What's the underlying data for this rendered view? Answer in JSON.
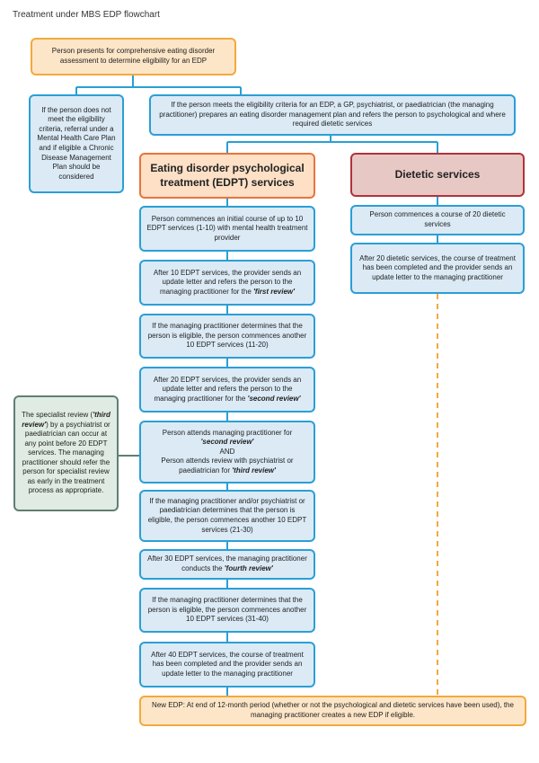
{
  "title": "Treatment under MBS EDP flowchart",
  "nodes": {
    "presents": "Person presents for comprehensive eating disorder assessment to determine eligibility for an EDP",
    "not_eligible": "If the person does not meet the eligibility criteria, referral under a Mental Health Care Plan and if eligible a Chronic Disease Management Plan should be considered",
    "eligible": "If the person meets the eligibility criteria for an EDP, a GP, psychiatrist, or paediatrician (the managing practitioner) prepares an eating disorder management plan and refers the person to psychological and where required dietetic services",
    "edpt_header": "Eating disorder psychological treatment (EDPT) services",
    "dietetic_header": "Dietetic services",
    "p1": "Person commences an initial course of up to 10 EDPT services (1-10) with mental health treatment provider",
    "p2": {
      "text": "After 10 EDPT services, the provider sends an update letter and refers the person to the managing practitioner for the ",
      "em": "'first review'"
    },
    "p3": "If the managing practitioner determines that the person is eligible, the person commences another 10 EDPT services (11-20)",
    "p4": {
      "text": "After 20 EDPT services, the provider sends an update letter and refers the person to the managing practitioner for the ",
      "em": "'second review'"
    },
    "p5": {
      "line1": "Person attends managing practitioner for",
      "em1": "'second review'",
      "and": "AND",
      "line2": "Person attends review with psychiatrist or paediatrician for ",
      "em2": "'third review'"
    },
    "p6": "If the managing practitioner and/or psychiatrist or paediatrician determines that the person is eligible, the person commences another 10 EDPT services (21-30)",
    "p7": {
      "text": "After 30 EDPT services, the managing practitioner conducts the ",
      "em": "'fourth review'"
    },
    "p8": "If the managing practitioner determines that the person is eligible, the person commences another 10 EDPT services (31-40)",
    "p9": "After 40 EDPT services, the course of treatment has been completed and the provider sends an update letter to the managing practitioner",
    "d1": "Person commences a course of 20 dietetic services",
    "d2": "After 20 dietetic services, the course of treatment has been completed and the provider sends an update letter to the managing practitioner",
    "side": {
      "pre": "The specialist review (",
      "em": "'third review'",
      "post": ") by a psychiatrist or paediatrician can occur at any point before 20 EDPT services. The managing practitioner should refer the person for specialist review as early in the treatment process as appropriate."
    },
    "new_edp": "New EDP: At end of 12-month period (whether or not the psychological and dietetic services have been used), the managing practitioner creates a new EDP if eligible."
  },
  "colors": {
    "blue_border": "#2a9fd6",
    "blue_fill": "#dbeaf5",
    "orange_border": "#f3a93c",
    "orange_fill": "#fde6c8",
    "red_border": "#b0323a",
    "grey_border": "#5f7f73"
  }
}
